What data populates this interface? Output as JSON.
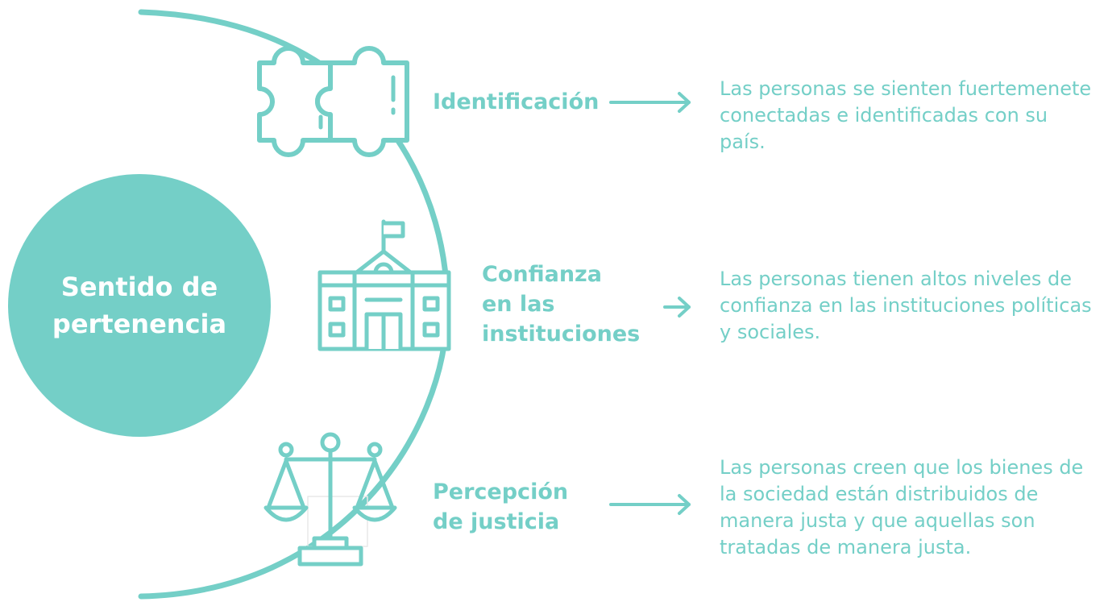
{
  "center": {
    "title": "Sentido de pertenencia"
  },
  "colors": {
    "accent": "#74cfc7",
    "background": "#ffffff"
  },
  "items": [
    {
      "icon": "puzzle-icon",
      "label": "Identificación",
      "description": "Las personas se sienten fuertemenete conectadas e identificadas con su país."
    },
    {
      "icon": "building-icon",
      "label": "Confianza en las instituciones",
      "description": "Las personas tienen altos niveles de confianza en las instituciones políticas y sociales."
    },
    {
      "icon": "scales-icon",
      "label": "Percepción de justicia",
      "description": "Las personas creen que los bienes de la sociedad están distribuidos de manera justa y que aquellas son tratadas de manera justa."
    }
  ]
}
